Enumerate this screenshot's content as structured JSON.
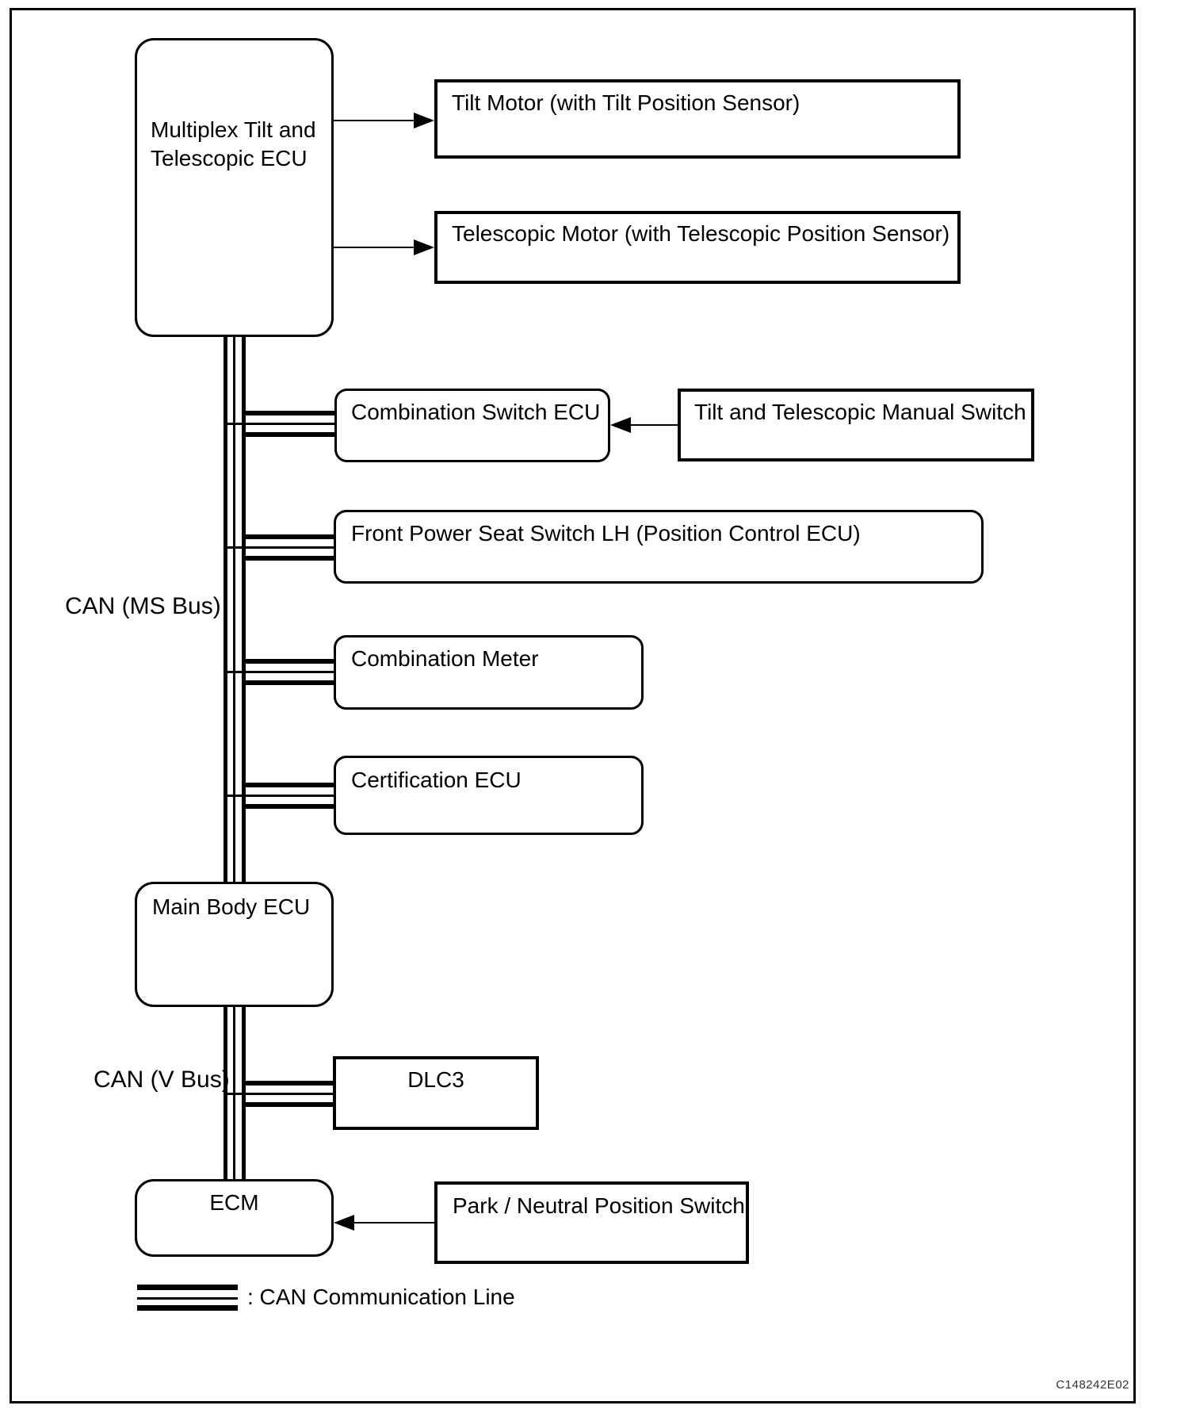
{
  "figure_code": "C148242E02",
  "bus_labels": {
    "ms": "CAN (MS Bus)",
    "v": "CAN (V Bus)"
  },
  "legend": {
    "label": ": CAN Communication Line"
  },
  "nodes": {
    "multiplex_ecu": "Multiplex Tilt and Telescopic ECU",
    "tilt_motor": "Tilt Motor (with Tilt Position Sensor)",
    "telescopic_motor": "Telescopic Motor (with Telescopic Position Sensor)",
    "combination_switch_ecu": "Combination Switch ECU",
    "tilt_telescopic_manual_switch": "Tilt and Telescopic Manual Switch",
    "front_power_seat_switch": "Front Power Seat Switch LH (Position Control ECU)",
    "combination_meter": "Combination Meter",
    "certification_ecu": "Certification ECU",
    "main_body_ecu": "Main Body ECU",
    "dlc3": "DLC3",
    "ecm": "ECM",
    "park_neutral_switch": "Park / Neutral Position Switch"
  },
  "edges": [
    {
      "from": "multiplex_ecu",
      "to": "tilt_motor",
      "type": "arrow"
    },
    {
      "from": "multiplex_ecu",
      "to": "telescopic_motor",
      "type": "arrow"
    },
    {
      "from": "tilt_telescopic_manual_switch",
      "to": "combination_switch_ecu",
      "type": "arrow"
    },
    {
      "from": "park_neutral_switch",
      "to": "ecm",
      "type": "arrow"
    },
    {
      "bus": "CAN (MS Bus)",
      "members": [
        "multiplex_ecu",
        "combination_switch_ecu",
        "front_power_seat_switch",
        "combination_meter",
        "certification_ecu",
        "main_body_ecu"
      ]
    },
    {
      "bus": "CAN (V Bus)",
      "members": [
        "main_body_ecu",
        "dlc3",
        "ecm"
      ]
    }
  ],
  "colors": {
    "line": "#000000",
    "background": "#ffffff"
  }
}
